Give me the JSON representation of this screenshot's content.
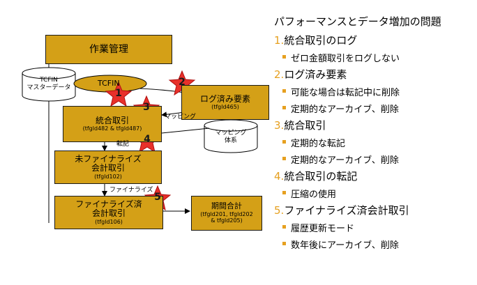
{
  "diagram": {
    "boxes": {
      "work_mgmt": {
        "label": "作業管理"
      },
      "tcfin_oval": {
        "label": "TCFIN"
      },
      "logged_elements": {
        "label": "ログ済み要素",
        "sub": "(tfgld465)"
      },
      "integrated_txn": {
        "label": "統合取引",
        "sub": "(tfgld482 & tfgld487)"
      },
      "unfinalized": {
        "label": "未ファイナライズ",
        "label2": "会計取引",
        "sub": "(tfgld102)"
      },
      "finalized": {
        "label": "ファイナライズ済",
        "label2": "会計取引",
        "sub": "(tfgld106)"
      },
      "period_totals": {
        "label": "期間合計",
        "sub": "(tfgld201, tfgld202",
        "sub2": "& tfgld205)"
      }
    },
    "databases": {
      "tcfin_master": {
        "line1": "TCFIN",
        "line2": "マスターデータ"
      },
      "mapping_system": {
        "line1": "マッピング",
        "line2": "体系"
      }
    },
    "edge_labels": {
      "mapping": "マッピング",
      "posting": "転記",
      "finalize": "ファイナライズ"
    },
    "stars": [
      "1",
      "2",
      "3",
      "4",
      "5"
    ]
  },
  "outline": {
    "title": "パフォーマンスとデータ増加の問題",
    "sections": [
      {
        "num": "1.",
        "label": "統合取引のログ",
        "bullets": [
          "ゼロ金額取引をログしない"
        ]
      },
      {
        "num": "2.",
        "label": "ログ済み要素",
        "bullets": [
          "可能な場合は転記中に削除",
          "定期的なアーカイブ、削除"
        ]
      },
      {
        "num": "3.",
        "label": "統合取引",
        "bullets": [
          "定期的な転記",
          "定期的なアーカイブ、削除"
        ]
      },
      {
        "num": "4.",
        "label": "統合取引の転記",
        "bullets": [
          "圧縮の使用"
        ]
      },
      {
        "num": "5.",
        "label": "ファイナライズ済会計取引",
        "bullets": [
          "履歴更新モード",
          "数年後にアーカイブ、削除"
        ]
      }
    ]
  },
  "colors": {
    "box_fill": "#d4a017",
    "star_fill": "#e8302a",
    "accent": "#e6a020"
  }
}
